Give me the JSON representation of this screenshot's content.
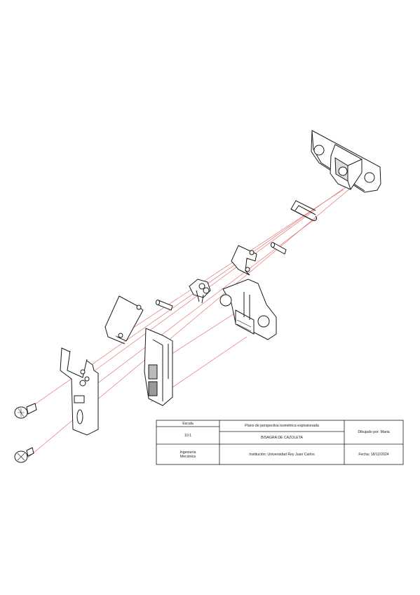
{
  "title_block": {
    "scale_label": "Escala",
    "scale_value": "10:1",
    "department_line1": "Ingeniería",
    "department_line2": "Mecánica",
    "plan_type": "Plano de perspectiva isométrica explosionada",
    "part_name": "BISAGRA DE CAZOLETA",
    "institution": "Institución: Universidad Rey Juan Carlos",
    "drawn_by": "Dibujado por: Maria",
    "date": "Fecha: 18/12/2024"
  },
  "colors": {
    "line": "#1a1a1a",
    "assembly_axis": "#e06060"
  }
}
